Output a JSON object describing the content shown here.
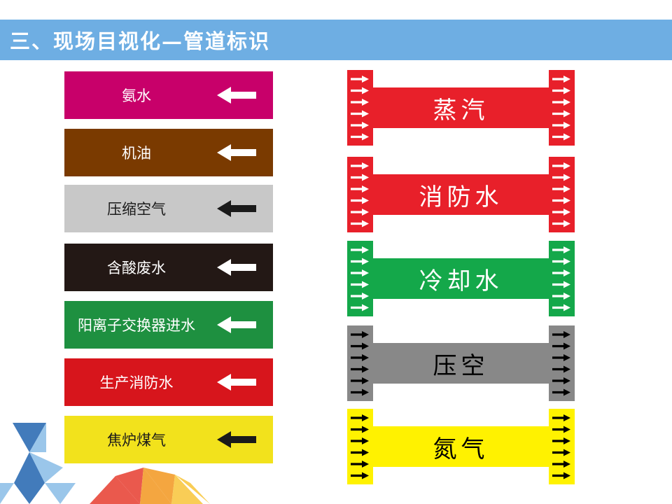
{
  "title": "三、现场目视化—管道标识",
  "left_labels": [
    {
      "text": "氨水",
      "bg": "#c8006a",
      "fg": "#ffffff",
      "arrow_color": "#ffffff"
    },
    {
      "text": "机油",
      "bg": "#7a3a00",
      "fg": "#ffffff",
      "arrow_color": "#ffffff"
    },
    {
      "text": "压缩空气",
      "bg": "#c8c8c8",
      "fg": "#1a1a1a",
      "arrow_color": "#1a1a1a"
    },
    {
      "text": "含酸废水",
      "bg": "#231815",
      "fg": "#ffffff",
      "arrow_color": "#ffffff"
    },
    {
      "text": "阳离子交换器进水",
      "bg": "#1e9040",
      "fg": "#ffffff",
      "arrow_color": "#ffffff"
    },
    {
      "text": "生产消防水",
      "bg": "#d7151c",
      "fg": "#ffffff",
      "arrow_color": "#ffffff"
    },
    {
      "text": "焦炉煤气",
      "bg": "#f2e21c",
      "fg": "#1a1a1a",
      "arrow_color": "#1a1a1a"
    }
  ],
  "pipe_markers": [
    {
      "text": "蒸汽",
      "bg": "#e8202a",
      "fg": "#ffffff",
      "arrow_color": "#ffffff"
    },
    {
      "text": "消防水",
      "bg": "#e8202a",
      "fg": "#ffffff",
      "arrow_color": "#ffffff"
    },
    {
      "text": "冷却水",
      "bg": "#14a84a",
      "fg": "#ffffff",
      "arrow_color": "#ffffff"
    },
    {
      "text": "压空",
      "bg": "#888888",
      "fg": "#000000",
      "arrow_color": "#000000"
    },
    {
      "text": "氮气",
      "bg": "#fff200",
      "fg": "#000000",
      "arrow_color": "#000000"
    }
  ],
  "decoration_colors": {
    "blue": "#2e6db4",
    "light_blue": "#8fc0e8",
    "red": "#e8473a",
    "orange": "#f39c2b",
    "yellow": "#f8c844"
  }
}
